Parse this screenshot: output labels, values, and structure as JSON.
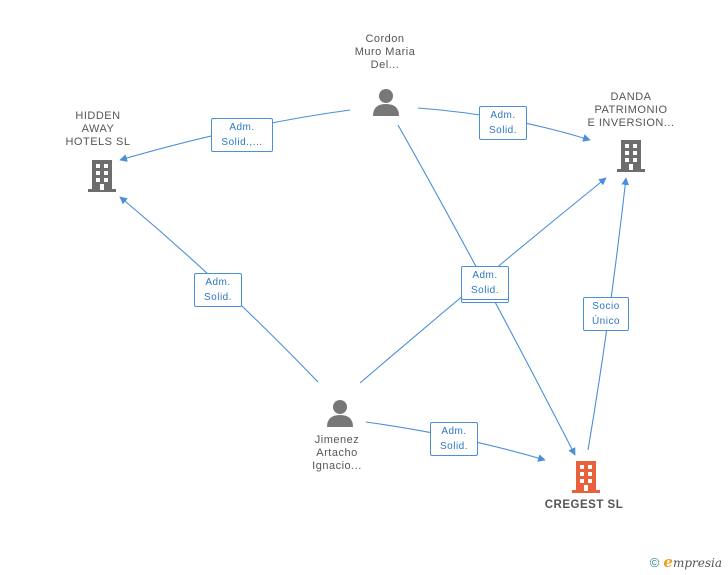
{
  "nodes": {
    "cordon": {
      "lines": [
        "Cordon",
        "Muro Maria",
        "Del..."
      ]
    },
    "hidden": {
      "lines": [
        "HIDDEN",
        "AWAY",
        "HOTELS SL"
      ]
    },
    "danda": {
      "lines": [
        "DANDA",
        "PATRIMONIO",
        "E INVERSION..."
      ]
    },
    "jimenez": {
      "lines": [
        "Jimenez",
        "Artacho",
        "Ignacio..."
      ]
    },
    "cregest": {
      "lines": [
        "CREGEST SL"
      ]
    }
  },
  "edges": {
    "cordon_hidden": [
      "Adm.",
      "Solid.,..."
    ],
    "cordon_danda": [
      "Adm.",
      "Solid."
    ],
    "jimenez_hidden": [
      "Adm.",
      "Solid."
    ],
    "center": [
      "Adm.",
      "Solid."
    ],
    "socio": [
      "Socio",
      "Único"
    ],
    "jimenez_cregest": [
      "Adm.",
      "Solid."
    ]
  },
  "colors": {
    "edge": "#4a8fd8",
    "company": "#6d6d6d",
    "company_main": "#e8603c",
    "person": "#777777"
  },
  "footer": {
    "copyright": "©",
    "brand_initial": "e",
    "brand_rest": "mpresia"
  }
}
